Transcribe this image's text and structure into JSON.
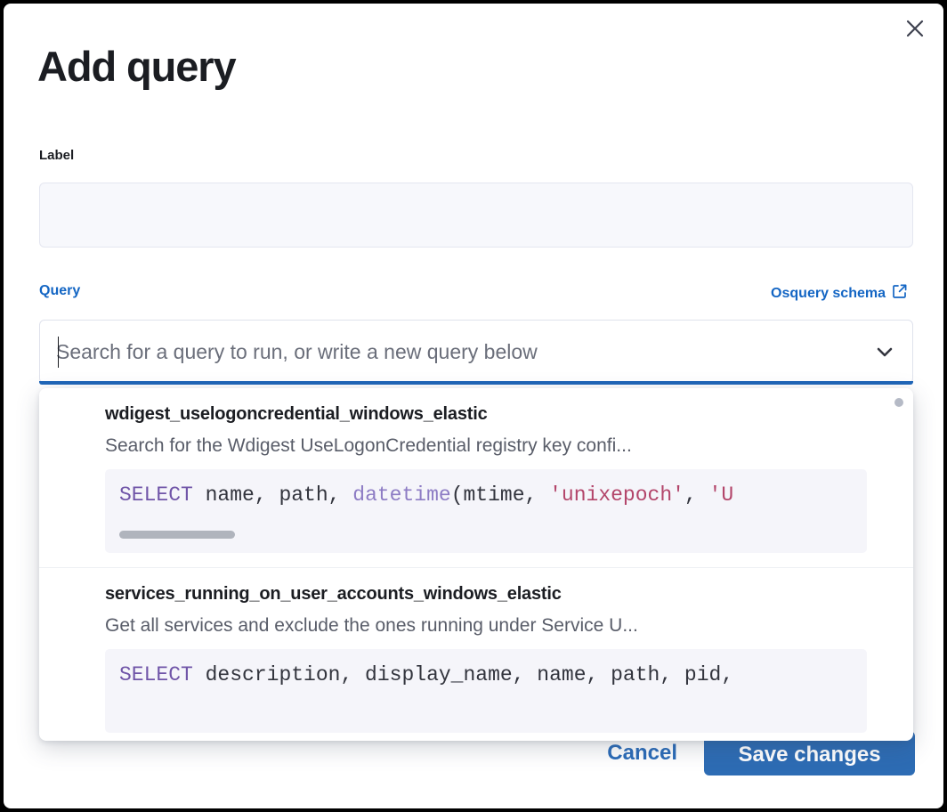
{
  "modal": {
    "title": "Add query",
    "close_icon": "close-icon"
  },
  "label_field": {
    "label": "Label",
    "value": "",
    "placeholder": ""
  },
  "query_field": {
    "label": "Query",
    "schema_link": "Osquery schema",
    "schema_link_icon": "external-link-icon",
    "placeholder": "Search for a query to run, or write a new query below",
    "value": "",
    "chevron_icon": "chevron-down-icon"
  },
  "dropdown": {
    "options": [
      {
        "title": "wdigest_uselogoncredential_windows_elastic",
        "description": "Search for the Wdigest UseLogonCredential registry key confi...",
        "code": {
          "keyword": "SELECT",
          "before_fn": " name, path, ",
          "fn": "datetime",
          "after_fn": "(mtime, ",
          "string1": "'unixepoch'",
          "comma": ", ",
          "string2": "'U"
        }
      },
      {
        "title": "services_running_on_user_accounts_windows_elastic",
        "description": "Get all services and exclude the ones running under Service U...",
        "code": {
          "keyword": "SELECT",
          "rest": " description, display_name, name, path, pid,"
        }
      }
    ]
  },
  "footer": {
    "cancel_label": "Cancel",
    "save_label": "Save changes"
  },
  "colors": {
    "accent_blue": "#1466c4",
    "save_button": "#2d6cb4",
    "focus_bar": "#1f66b8",
    "sql_keyword": "#7055a8",
    "sql_function": "#8d7cc4",
    "sql_string": "#b3456a",
    "code_background": "#f5f5fa",
    "input_background": "#f7f8fc"
  }
}
